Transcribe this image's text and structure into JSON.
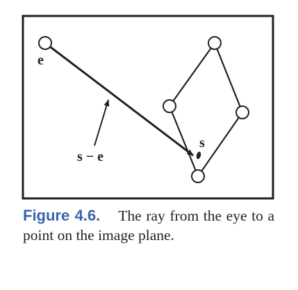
{
  "diagram": {
    "labels": {
      "eye": "e",
      "point": "s",
      "ray": "s − e"
    }
  },
  "caption": {
    "label": "Figure 4.6.",
    "text": "The ray from the eye to a point on the image plane."
  },
  "colors": {
    "ink": "#231f20",
    "caption_label": "#3a63ad"
  }
}
